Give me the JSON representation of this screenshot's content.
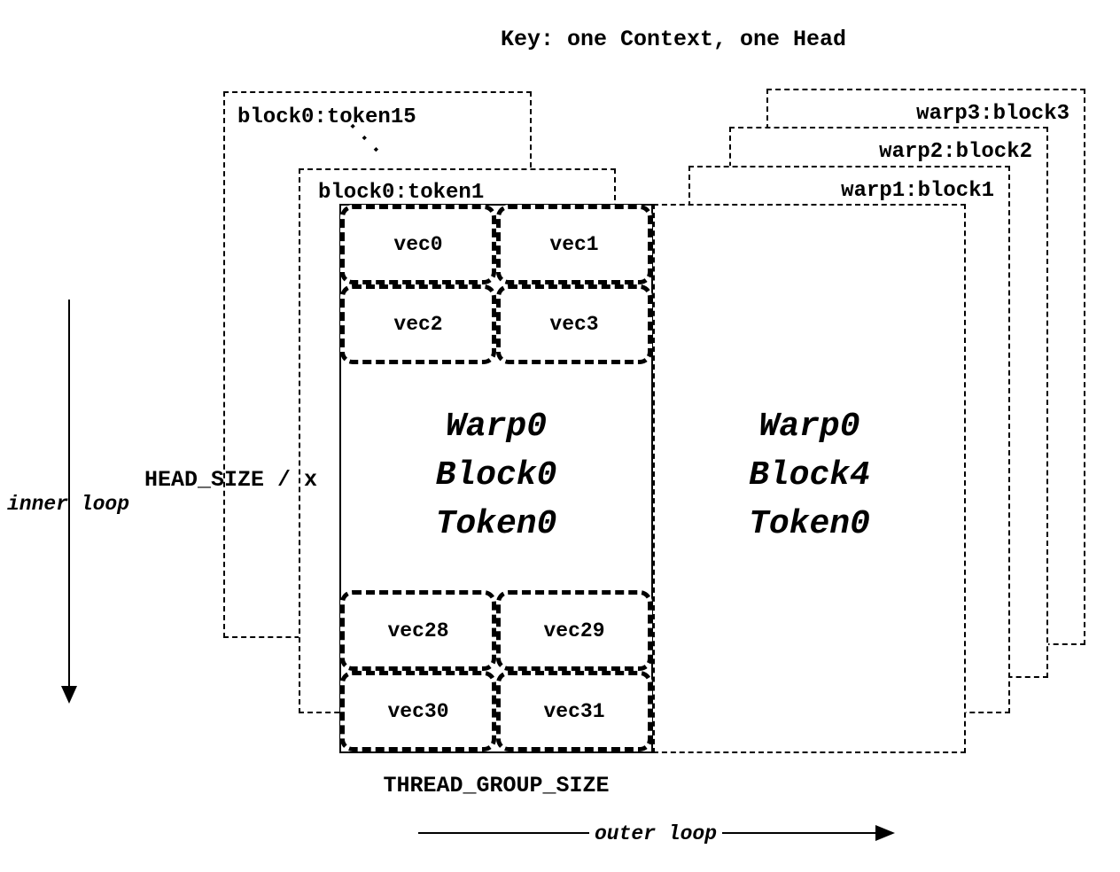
{
  "title": "Key: one Context, one Head",
  "left_stack": {
    "box15_label": "block0:token15",
    "box1_label": "block0:token1",
    "dots": "..."
  },
  "right_stack": {
    "warp3_label": "warp3:block3",
    "warp2_label": "warp2:block2",
    "warp1_label": "warp1:block1"
  },
  "main_block": {
    "line1": "Warp0",
    "line2": "Block0",
    "line3": "Token0",
    "vecs_top": [
      "vec0",
      "vec1",
      "vec2",
      "vec3"
    ],
    "vecs_bottom": [
      "vec28",
      "vec29",
      "vec30",
      "vec31"
    ]
  },
  "right_block": {
    "line1": "Warp0",
    "line2": "Block4",
    "line3": "Token0"
  },
  "annotations": {
    "head_size": "HEAD_SIZE / x",
    "inner_loop": "inner loop",
    "thread_group_size": "THREAD_GROUP_SIZE",
    "outer_loop": "outer loop"
  },
  "colors": {
    "ink": "#000000",
    "background": "#ffffff"
  }
}
